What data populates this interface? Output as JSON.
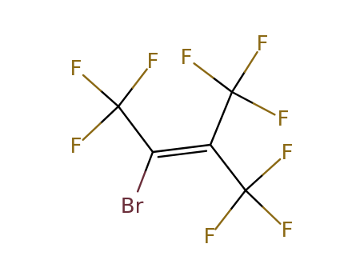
{
  "molecule": {
    "colors": {
      "bond": "#000000",
      "F": "#8B6914",
      "Br": "#6B2E3A"
    },
    "atoms": [
      {
        "id": "C1",
        "element": "C",
        "label": ""
      },
      {
        "id": "C2",
        "element": "C",
        "label": ""
      },
      {
        "id": "C3",
        "element": "C",
        "label": ""
      },
      {
        "id": "C4",
        "element": "C",
        "label": ""
      },
      {
        "id": "C5",
        "element": "C",
        "label": ""
      },
      {
        "id": "C6",
        "element": "C",
        "label": ""
      },
      {
        "id": "F1",
        "element": "F",
        "label": "F"
      },
      {
        "id": "F2",
        "element": "F",
        "label": "F"
      },
      {
        "id": "F3",
        "element": "F",
        "label": "F"
      },
      {
        "id": "F4",
        "element": "F",
        "label": "F"
      },
      {
        "id": "F5",
        "element": "F",
        "label": "F"
      },
      {
        "id": "F6",
        "element": "F",
        "label": "F"
      },
      {
        "id": "F7",
        "element": "F",
        "label": "F"
      },
      {
        "id": "F8",
        "element": "F",
        "label": "F"
      },
      {
        "id": "F9",
        "element": "F",
        "label": "F"
      },
      {
        "id": "Br1",
        "element": "Br",
        "label": "Br"
      }
    ],
    "bonds": [
      {
        "from": "C1",
        "to": "F1",
        "order": 1
      },
      {
        "from": "C1",
        "to": "F2",
        "order": 1
      },
      {
        "from": "C1",
        "to": "F3",
        "order": 1
      },
      {
        "from": "C1",
        "to": "C2",
        "order": 1
      },
      {
        "from": "C2",
        "to": "Br1",
        "order": 1
      },
      {
        "from": "C2",
        "to": "C3",
        "order": 2
      },
      {
        "from": "C3",
        "to": "C4",
        "order": 1
      },
      {
        "from": "C3",
        "to": "C5",
        "order": 1
      },
      {
        "from": "C4",
        "to": "F4",
        "order": 1
      },
      {
        "from": "C4",
        "to": "F5",
        "order": 1
      },
      {
        "from": "C4",
        "to": "F6",
        "order": 1
      },
      {
        "from": "C5",
        "to": "F7",
        "order": 1
      },
      {
        "from": "C5",
        "to": "F8",
        "order": 1
      },
      {
        "from": "C5",
        "to": "F9",
        "order": 1
      }
    ]
  }
}
